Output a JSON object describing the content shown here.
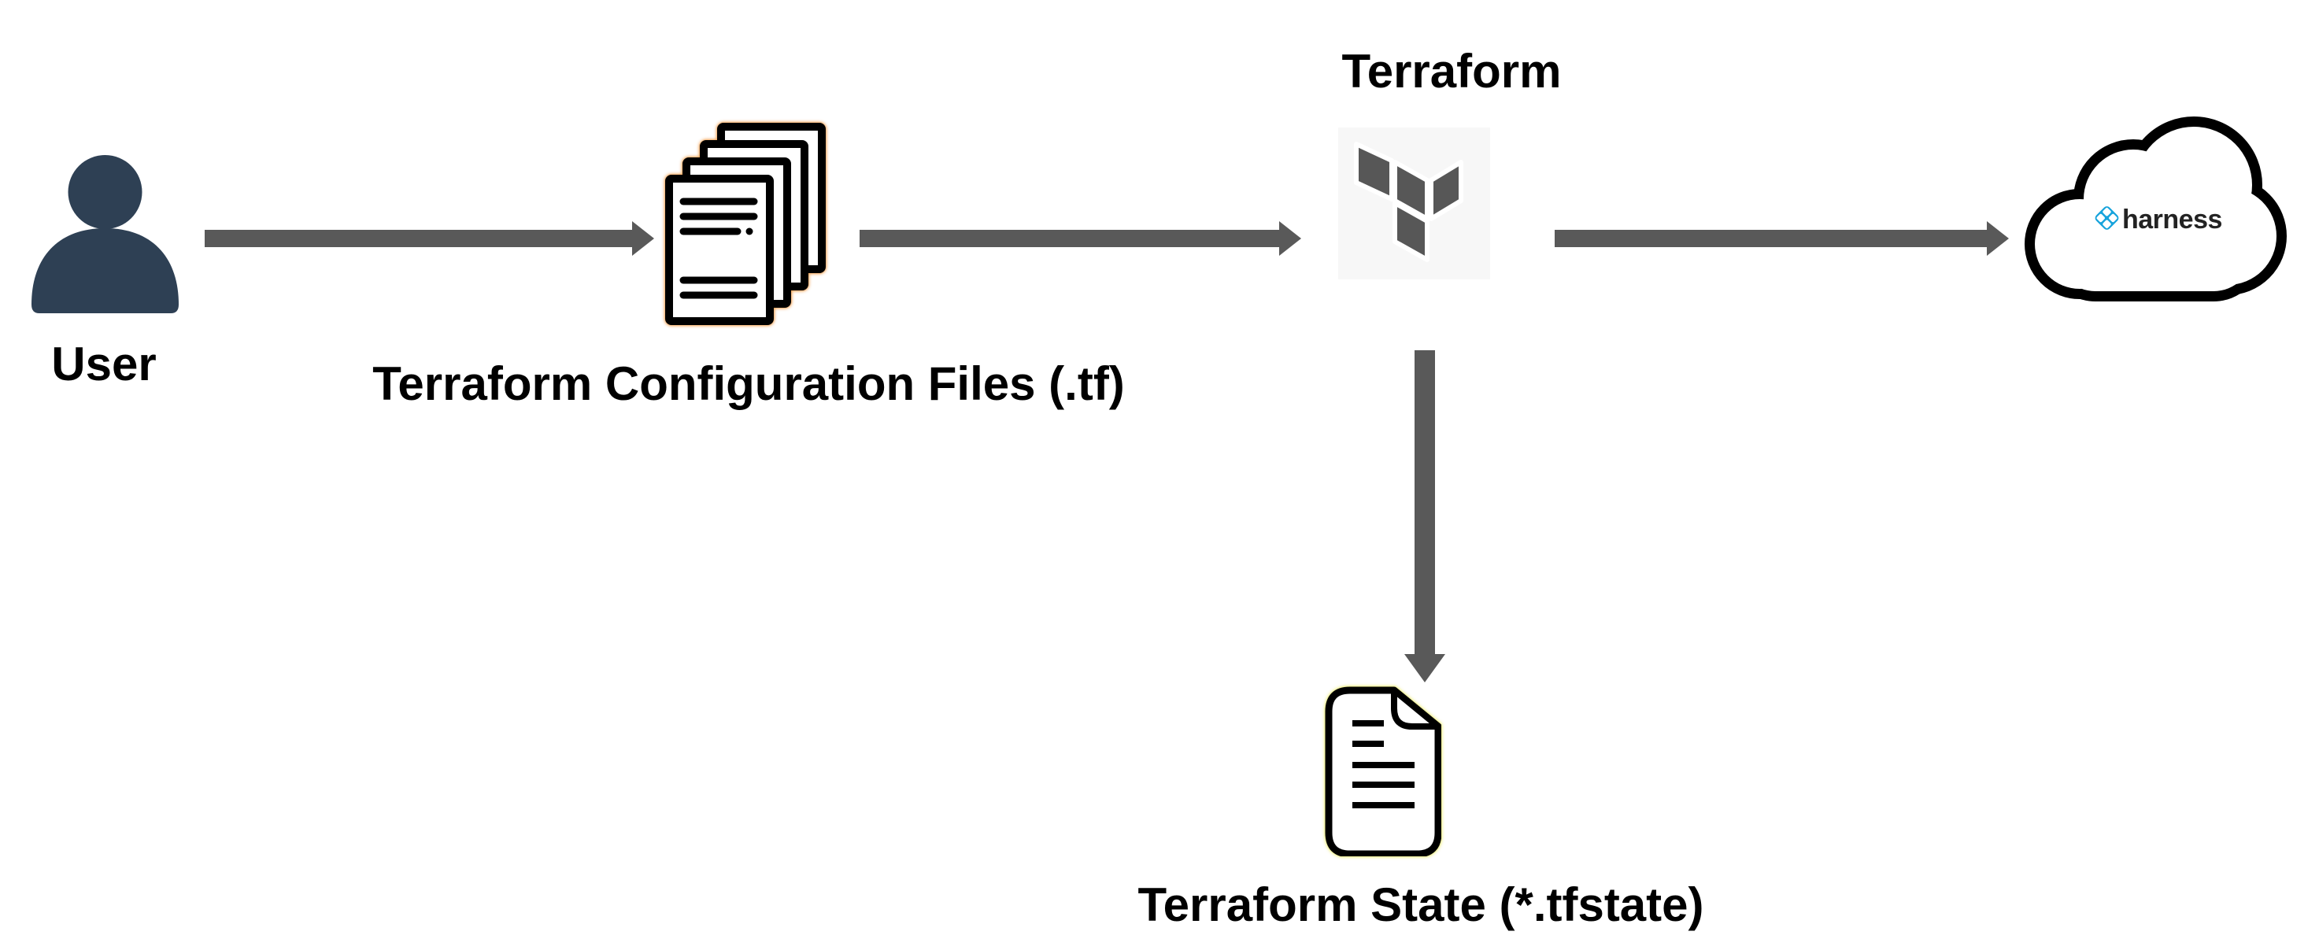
{
  "diagram": {
    "type": "flow-diagram",
    "nodes": {
      "user": {
        "label": "User"
      },
      "config_files": {
        "label": "Terraform Configuration Files (.tf)"
      },
      "terraform": {
        "label": "Terraform"
      },
      "harness": {
        "wordmark": "harness"
      },
      "state_file": {
        "label": "Terraform State (*.tfstate)"
      }
    },
    "flow": [
      "user -> config_files",
      "config_files -> terraform",
      "terraform -> harness",
      "terraform -> state_file"
    ]
  },
  "colors": {
    "background": "#ffffff",
    "arrow": "#595959",
    "person": "#2E4054",
    "label_text": "#000000",
    "terraform_mark": "#575757",
    "terraform_tile_bg": "#F7F7F7",
    "harness_blue": "#16A3DC",
    "harness_text": "#232323",
    "config_files_glow": "#F2A252",
    "state_file_glow": "#EDED79"
  }
}
